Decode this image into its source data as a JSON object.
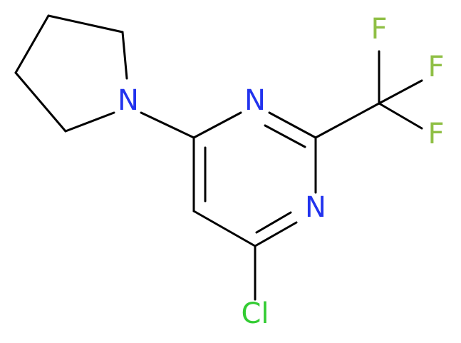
{
  "molecule": {
    "atoms": {
      "n_ring_top": {
        "symbol": "N",
        "color": "#2233ee"
      },
      "n_ring_right": {
        "symbol": "N",
        "color": "#2233ee"
      },
      "n_pyrrolidine": {
        "symbol": "N",
        "color": "#2233ee"
      },
      "cl": {
        "symbol": "Cl",
        "color": "#33cc33"
      },
      "f_top": {
        "symbol": "F",
        "color": "#8fbf45"
      },
      "f_middle": {
        "symbol": "F",
        "color": "#8fbf45"
      },
      "f_bottom": {
        "symbol": "F",
        "color": "#8fbf45"
      }
    },
    "bond_color": "#000000"
  }
}
